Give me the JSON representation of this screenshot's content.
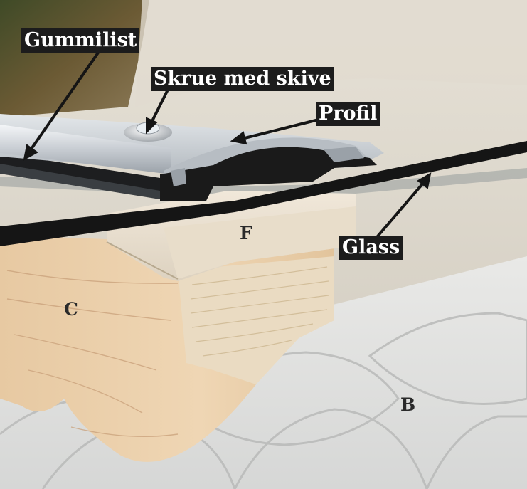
{
  "labels": {
    "gummilist": "Gummilist",
    "skrue": "Skrue med skive",
    "profil": "Profil",
    "glass": "Glass"
  },
  "letters": {
    "f": "F",
    "c": "C",
    "b": "B"
  }
}
